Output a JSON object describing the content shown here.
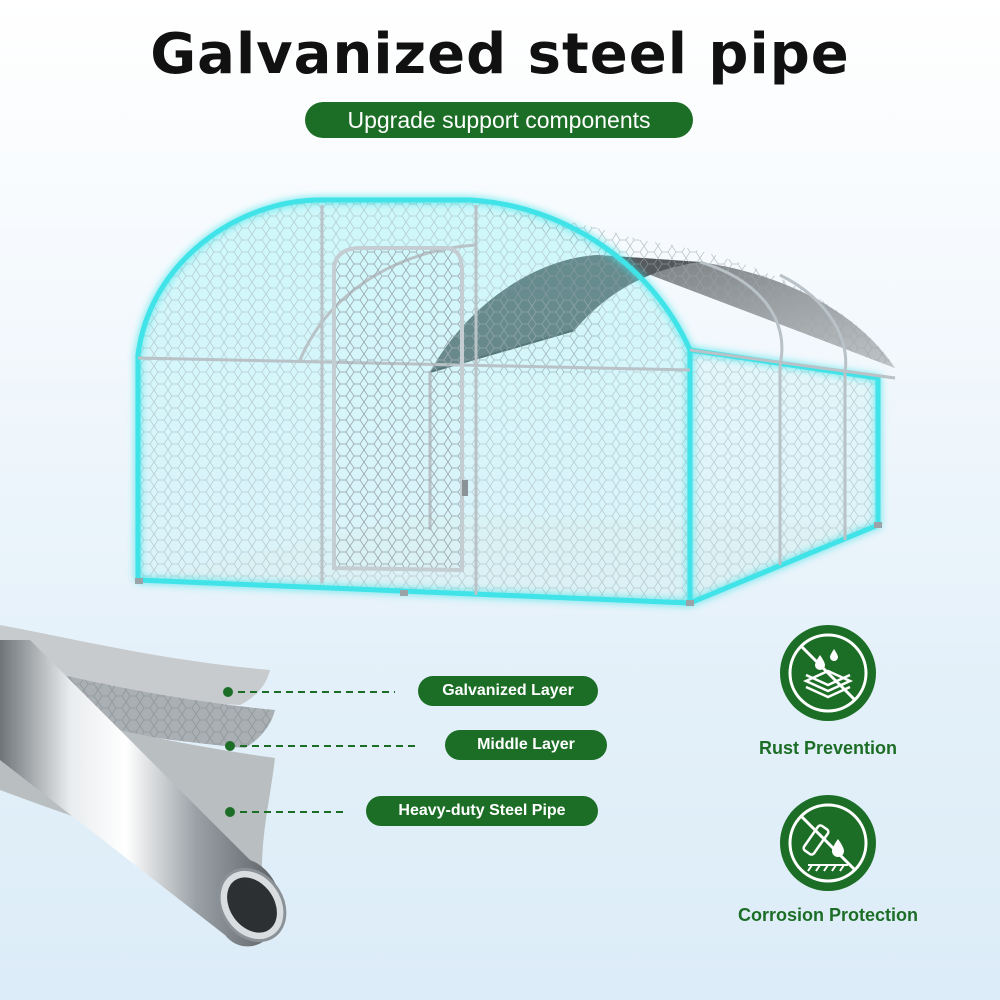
{
  "header": {
    "title": "Galvanized steel pipe",
    "subtitle": "Upgrade support components"
  },
  "layers": [
    {
      "label": "Galvanized Layer"
    },
    {
      "label": "Middle Layer"
    },
    {
      "label": "Heavy-duty Steel Pipe"
    }
  ],
  "features": [
    {
      "label": "Rust Prevention",
      "icon": "rust-prevention-icon"
    },
    {
      "label": "Corrosion Protection",
      "icon": "corrosion-protection-icon"
    }
  ],
  "colors": {
    "brand_green": "#1c6e26",
    "frame_glow": "#3fe3e8"
  }
}
